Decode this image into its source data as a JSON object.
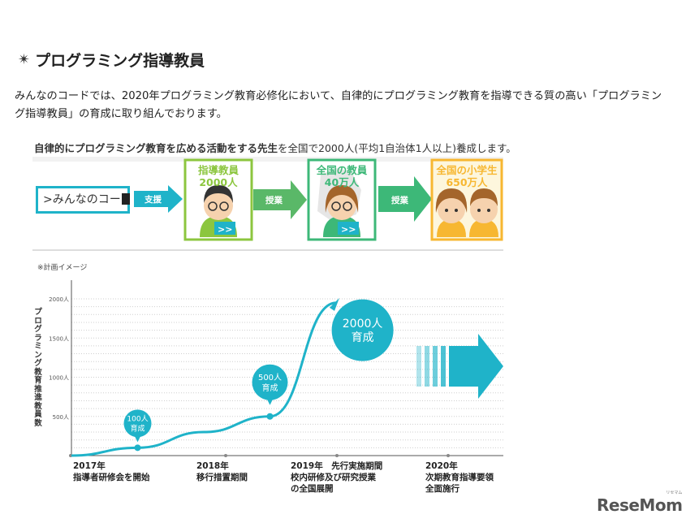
{
  "heading": {
    "icon": "asterisk-icon",
    "text": "プログラミング指導教員"
  },
  "intro": "みんなのコードでは、2020年プログラミング教育必修化において、自律的にプログラミング教育を指導できる質の高い「プログラミング指導教員」の育成に取り組んでおります。",
  "figure": {
    "caption_bold": "自律的にプログラミング教育を広める活動をする先生",
    "caption_rest": "を全国で2000人(平均1自治体1人以上)養成します。",
    "logo_text": ">みんなのコー",
    "flow": [
      {
        "title": "指導教員",
        "count": "2000人",
        "color": "#8cc63f"
      },
      {
        "title": "全国の教員",
        "count": "40万人",
        "color": "#3db878"
      },
      {
        "title": "全国の小学生",
        "count": "650万人",
        "color": "#f7b731"
      }
    ],
    "arrows": [
      "支援",
      "授業",
      "授業"
    ],
    "plan_label": "※計画イメージ"
  },
  "chart_data": {
    "type": "line",
    "ylabel": "プログラミング教育推進教員数",
    "yticks": [
      "500人",
      "1000人",
      "1500人",
      "2000人"
    ],
    "ylim": [
      0,
      2000
    ],
    "grid": true,
    "categories": [
      "2017年\n指導者研修会を開始",
      "2018年\n移行措置期間",
      "2019年　先行実施期間\n校内研修及び研究授業\nの全国展開",
      "2020年\n次期教育指導要領\n全面施行"
    ],
    "series": [
      {
        "x": [
          0,
          0.5,
          1,
          1.5,
          2
        ],
        "y": [
          0,
          100,
          300,
          500,
          1950
        ]
      }
    ],
    "annotations": [
      {
        "text": "100人\n育成",
        "x": 0.5,
        "y": 100
      },
      {
        "text": "500人\n育成",
        "x": 1.5,
        "y": 500
      },
      {
        "text": "2000人\n育成",
        "x": 2.2,
        "y": 1600
      }
    ],
    "color": "#1fb3c9"
  },
  "watermark": {
    "text": "ReseMom",
    "sub": "リセマム"
  }
}
